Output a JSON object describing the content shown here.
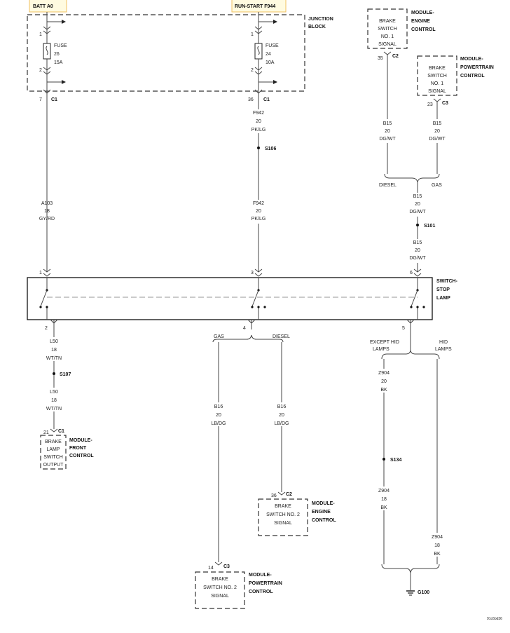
{
  "sources": {
    "batt": "BATT A0",
    "run_start": "RUN-START F944"
  },
  "junction_block": {
    "label_line1": "JUNCTION",
    "label_line2": "BLOCK",
    "fuse26": {
      "pin_top": "1",
      "pin_bottom": "2",
      "name": "FUSE",
      "number": "26",
      "rating": "15A"
    },
    "fuse24": {
      "pin_top": "1",
      "pin_bottom": "2",
      "name": "FUSE",
      "number": "24",
      "rating": "10A"
    }
  },
  "connectors": {
    "c1": "C1",
    "c2": "C2",
    "c3": "C3"
  },
  "pins": {
    "jb_7": "7",
    "jb_36": "36",
    "ecm_35": "35",
    "pcm_23": "23",
    "sw_1": "1",
    "sw_3": "3",
    "sw_6": "6",
    "sw_2": "2",
    "sw_4": "4",
    "sw_5": "5",
    "fcm_21": "21",
    "ecm_36": "36",
    "pcm_14": "14"
  },
  "wires": {
    "f942_top": {
      "circuit": "F942",
      "gauge": "20",
      "color": "PK/LG"
    },
    "a103": {
      "circuit": "A103",
      "gauge": "18",
      "color": "GY/RD"
    },
    "f942_low": {
      "circuit": "F942",
      "gauge": "20",
      "color": "PK/LG"
    },
    "b15_ecm": {
      "circuit": "B15",
      "gauge": "20",
      "color": "DG/WT"
    },
    "b15_pcm": {
      "circuit": "B15",
      "gauge": "20",
      "color": "DG/WT"
    },
    "b15_mid": {
      "circuit": "B15",
      "gauge": "20",
      "color": "DG/WT"
    },
    "b15_low": {
      "circuit": "B15",
      "gauge": "20",
      "color": "DG/WT"
    },
    "l50_top": {
      "circuit": "L50",
      "gauge": "18",
      "color": "WT/TN"
    },
    "l50_low": {
      "circuit": "L50",
      "gauge": "18",
      "color": "WT/TN"
    },
    "b16_gas": {
      "circuit": "B16",
      "gauge": "20",
      "color": "LB/DG"
    },
    "b16_diesel": {
      "circuit": "B16",
      "gauge": "20",
      "color": "LB/DG"
    },
    "z904_top": {
      "circuit": "Z904",
      "gauge": "20",
      "color": "BK"
    },
    "z904_mid": {
      "circuit": "Z904",
      "gauge": "18",
      "color": "BK"
    },
    "z904_hid": {
      "circuit": "Z904",
      "gauge": "18",
      "color": "BK"
    }
  },
  "splices": {
    "s106": "S106",
    "s101": "S101",
    "s107": "S107",
    "s134": "S134"
  },
  "ground": "G100",
  "options": {
    "diesel": "DIESEL",
    "gas": "GAS",
    "except_hid_1": "EXCEPT HID",
    "except_hid_2": "LAMPS",
    "hid_1": "HID",
    "hid_2": "LAMPS"
  },
  "switch_stop_lamp": {
    "l1": "SWITCH-",
    "l2": "STOP",
    "l3": "LAMP"
  },
  "modules": {
    "ecm_top": {
      "lines": [
        "BRAKE",
        "SWITCH",
        "NO. 1",
        "SIGNAL"
      ],
      "title": [
        "MODULE-",
        "ENGINE",
        "CONTROL"
      ]
    },
    "pcm_top": {
      "lines": [
        "BRAKE",
        "SWITCH",
        "NO. 1",
        "SIGNAL"
      ],
      "title": [
        "MODULE-",
        "POWERTRAIN",
        "CONTROL"
      ]
    },
    "fcm": {
      "lines": [
        "BRAKE",
        "LAMP",
        "SWITCH",
        "OUTPUT"
      ],
      "title": [
        "MODULE-",
        "FRONT",
        "CONTROL"
      ]
    },
    "ecm_bottom": {
      "lines": [
        "BRAKE",
        "SWITCH NO. 2",
        "SIGNAL"
      ],
      "title": [
        "MODULE-",
        "ENGINE",
        "CONTROL"
      ]
    },
    "pcm_bottom": {
      "lines": [
        "BRAKE",
        "SWITCH NO. 2",
        "SIGNAL"
      ],
      "title": [
        "MODULE-",
        "POWERTRAIN",
        "CONTROL"
      ]
    }
  },
  "figure_id": "91c6bd36"
}
